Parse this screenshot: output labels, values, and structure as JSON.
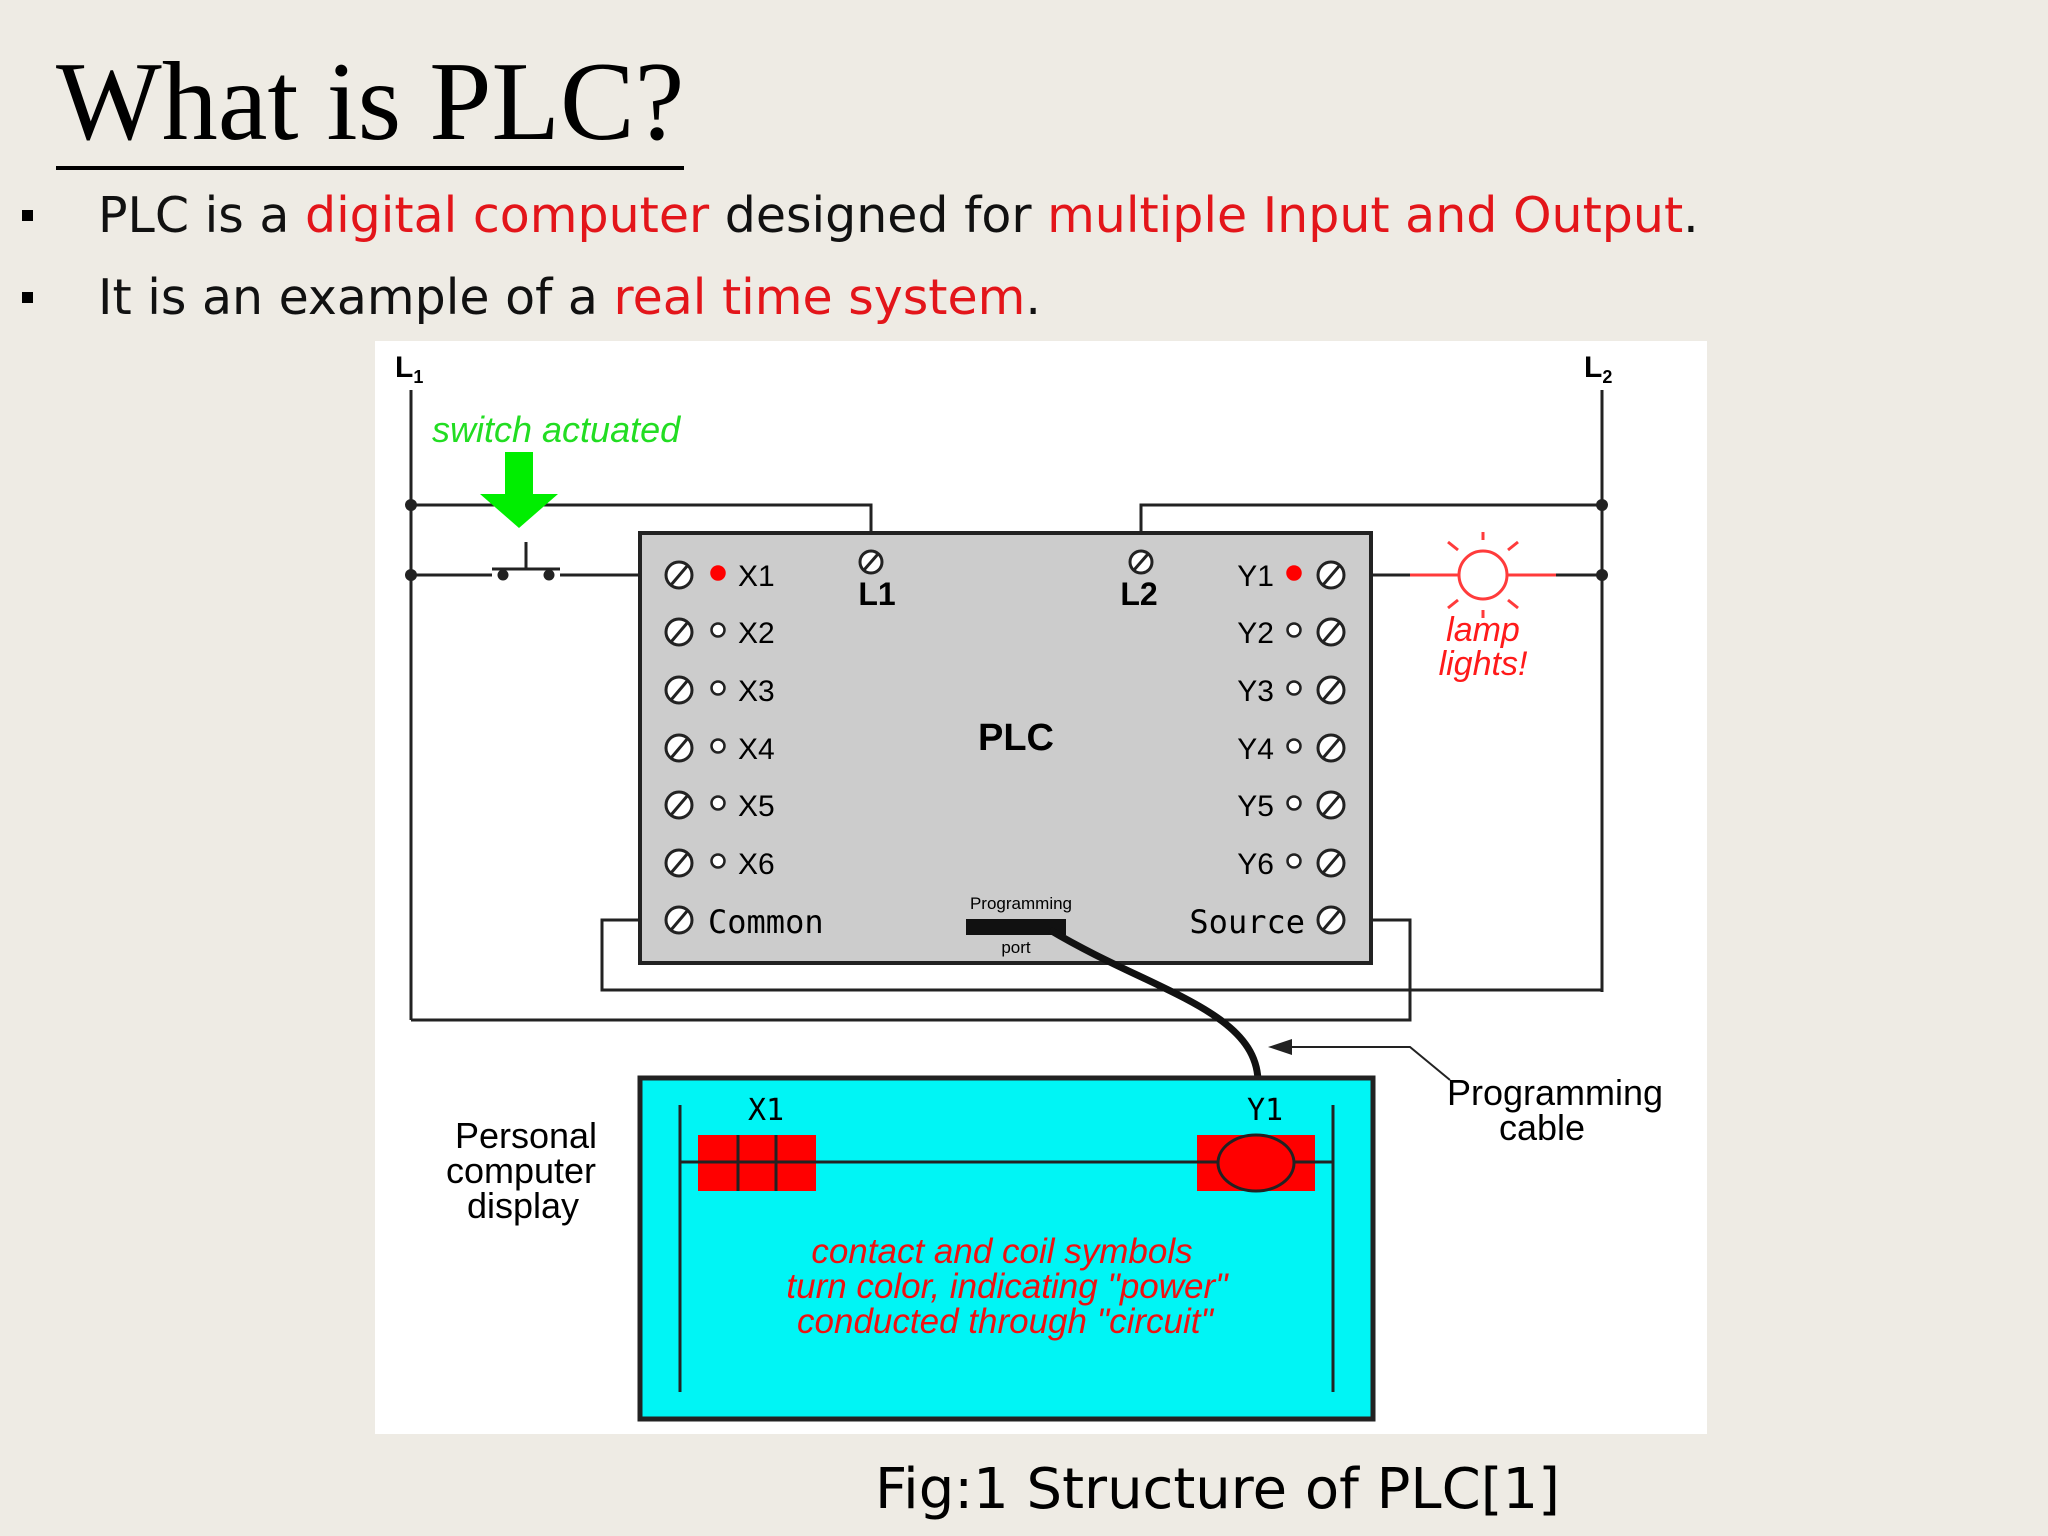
{
  "slide": {
    "title": "What is PLC?",
    "bullets": [
      {
        "parts": [
          {
            "text": "PLC  is a ",
            "color": "black"
          },
          {
            "text": "digital computer",
            "color": "red"
          },
          {
            "text": " designed for ",
            "color": "black"
          },
          {
            "text": "multiple Input and Output",
            "color": "red"
          },
          {
            "text": ".",
            "color": "black"
          }
        ]
      },
      {
        "parts": [
          {
            "text": "It is an example of a ",
            "color": "black"
          },
          {
            "text": "real time system",
            "color": "red"
          },
          {
            "text": ".",
            "color": "black"
          }
        ]
      }
    ],
    "caption": "Fig:1 Structure of PLC[1]"
  },
  "diagram": {
    "rail_left": {
      "letter": "L",
      "sub": "1"
    },
    "rail_right": {
      "letter": "L",
      "sub": "2"
    },
    "switch_label": "switch actuated",
    "plc_label": "PLC",
    "terminal_l1": "L1",
    "terminal_l2": "L2",
    "inputs": [
      "X1",
      "X2",
      "X3",
      "X4",
      "X5",
      "X6"
    ],
    "outputs": [
      "Y1",
      "Y2",
      "Y3",
      "Y4",
      "Y5",
      "Y6"
    ],
    "common_label": "Common",
    "source_label": "Source",
    "port_label_top": "Programming",
    "port_label_bottom": "port",
    "lamp_label_1": "lamp",
    "lamp_label_2": "lights!",
    "cable_label_1": "Programming",
    "cable_label_2": "cable",
    "pc_label_1": "Personal",
    "pc_label_2": "computer",
    "pc_label_3": "display",
    "ladder_contact_label": "X1",
    "ladder_coil_label": "Y1",
    "note_1": "contact and coil symbols",
    "note_2": "turn color, indicating \"power\"",
    "note_3": "conducted through \"circuit\"",
    "colors": {
      "plc_body": "#cccccc",
      "pc_screen": "#00f5f5",
      "active": "#ff0000",
      "switch_arrow": "#00ee00",
      "lamp": "#ff3b3b"
    }
  }
}
